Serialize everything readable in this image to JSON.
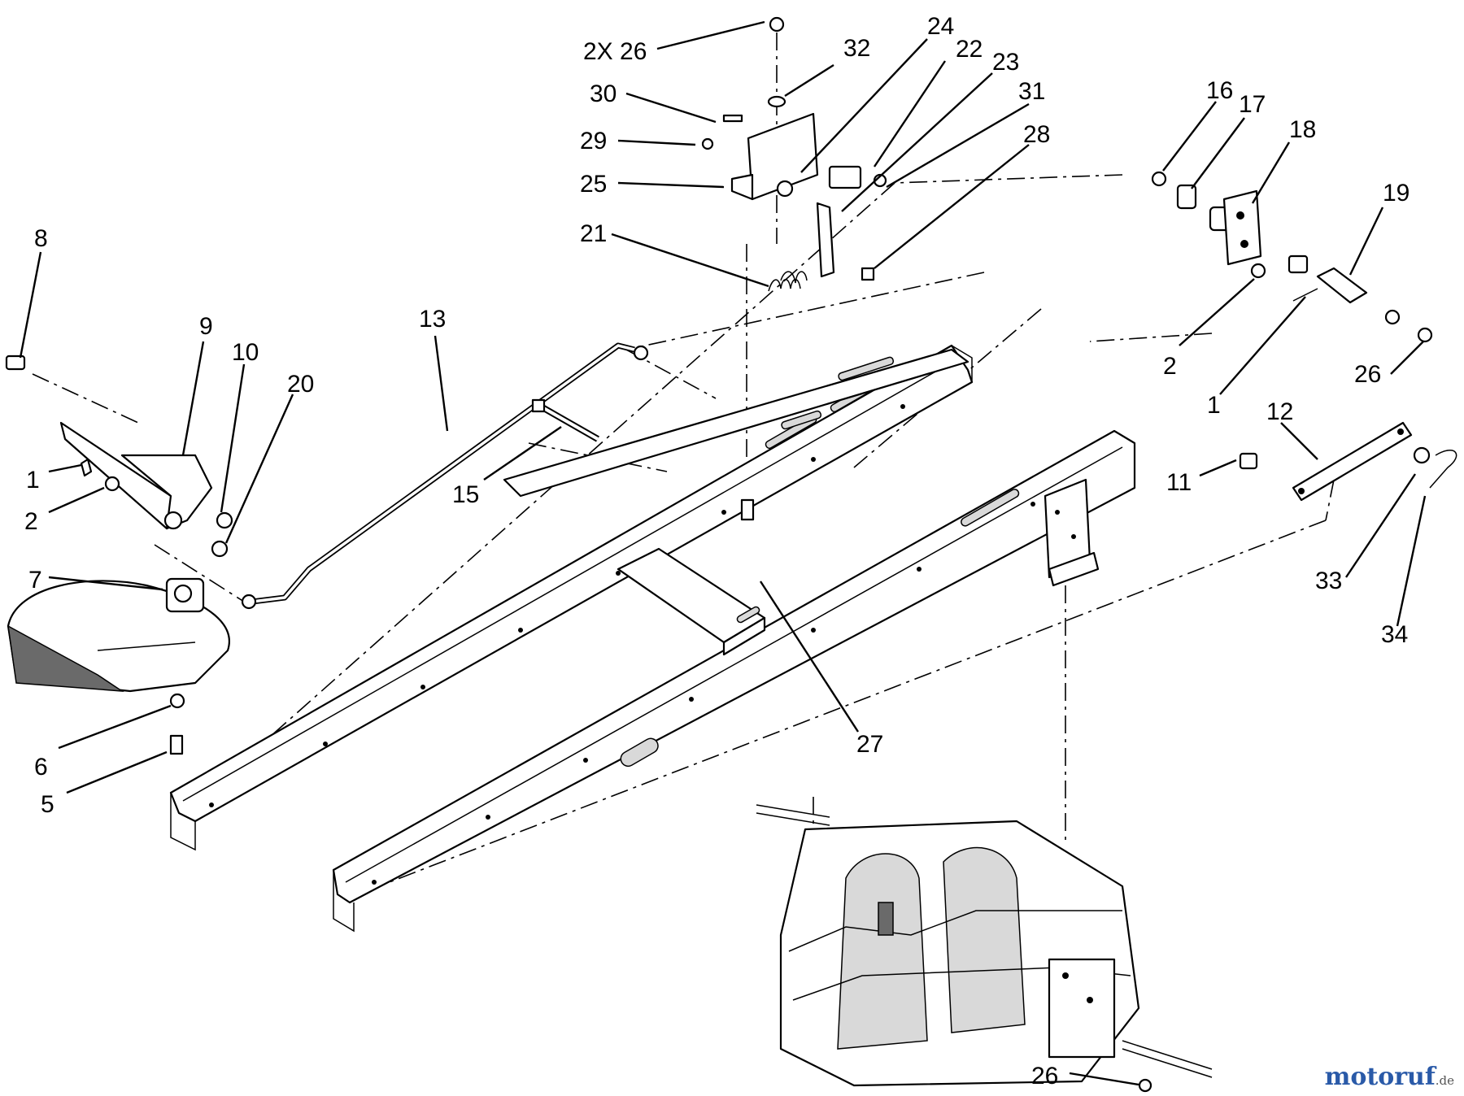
{
  "labels": {
    "l2x26": "2X 26",
    "l32": "32",
    "l24": "24",
    "l22": "22",
    "l23": "23",
    "l31": "31",
    "l30": "30",
    "l29": "29",
    "l25": "25",
    "l28": "28",
    "l21": "21",
    "l16": "16",
    "l17": "17",
    "l18": "18",
    "l19": "19",
    "l2r": "2",
    "l26r": "26",
    "l1r": "1",
    "l12": "12",
    "l11": "11",
    "l33": "33",
    "l34": "34",
    "l8": "8",
    "l9": "9",
    "l10": "10",
    "l20": "20",
    "l13": "13",
    "l1l": "1",
    "l2l": "2",
    "l7": "7",
    "l15": "15",
    "l6": "6",
    "l5": "5",
    "l27": "27",
    "l26b": "26"
  },
  "watermark": {
    "main": "motoruf",
    "suffix": ".de"
  }
}
